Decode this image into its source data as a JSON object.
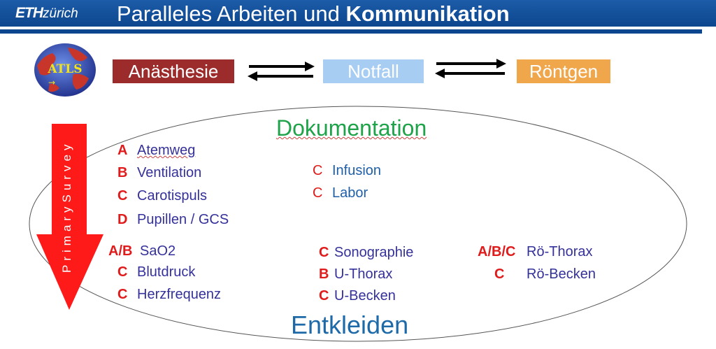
{
  "header": {
    "logo_eth": "ETH",
    "logo_zurich": "zürich",
    "title_regular": "Paralleles Arbeiten und ",
    "title_bold": "Kommunikation",
    "background_color": "#0c468e"
  },
  "globe": {
    "label": "ATLS",
    "arrow": "→"
  },
  "departments": [
    {
      "label": "Anästhesie",
      "color": "#9c2b2b"
    },
    {
      "label": "Notfall",
      "color": "#a7cdf3"
    },
    {
      "label": "Röntgen",
      "color": "#f0a64a"
    }
  ],
  "survey": {
    "label": "PrimarySurvey",
    "color": "#ff1a1a"
  },
  "headings": {
    "documentation": "Dokumentation",
    "undress": "Entkleiden"
  },
  "primary_items": [
    {
      "code": "A",
      "label": "Atemweg"
    },
    {
      "code": "B",
      "label": "Ventilation"
    },
    {
      "code": "C",
      "label": "Carotispuls"
    },
    {
      "code": "D",
      "label": "Pupillen / GCS"
    }
  ],
  "middle_items": [
    {
      "code": "C",
      "label": "Infusion"
    },
    {
      "code": "C",
      "label": "Labor"
    }
  ],
  "monitor_items": [
    {
      "code": "A/B",
      "label": "SaO2"
    },
    {
      "code": "C",
      "label": "Blutdruck"
    },
    {
      "code": "C",
      "label": "Herzfrequenz"
    }
  ],
  "imaging_items": [
    {
      "code": "C",
      "label": "Sonographie"
    },
    {
      "code": "B",
      "label": "U-Thorax"
    },
    {
      "code": "C",
      "label": "U-Becken"
    }
  ],
  "xray_items": [
    {
      "code": "A/B/C",
      "label": "Rö-Thorax"
    },
    {
      "code": "C",
      "label": "Rö-Becken"
    }
  ]
}
